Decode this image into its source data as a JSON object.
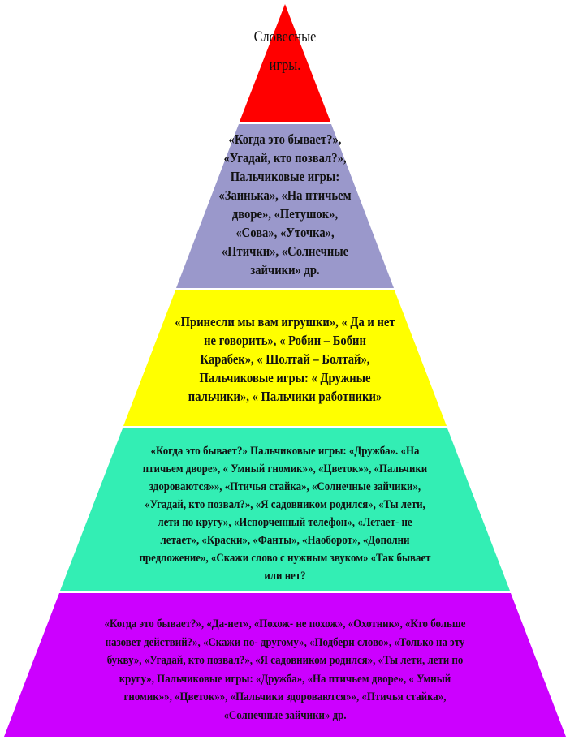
{
  "colors": {
    "tier0": "#ff0000",
    "tier1": "#9a98cb",
    "tier2": "#ffff00",
    "tier3": "#33eeb4",
    "tier4": "#cc00ff"
  },
  "tiers": [
    {
      "lines": [
        "Словесные",
        "игры."
      ]
    },
    {
      "lines": [
        "«Когда это бывает?»,",
        "«Угадай, кто позвал?»,",
        "Пальчиковые игры:",
        "«Заинька», «На птичьем",
        "дворе», «Петушок»,",
        "«Сова», «Уточка»,",
        "«Птички», «Солнечные",
        "зайчики» др."
      ]
    },
    {
      "lines": [
        "«Принесли мы вам игрушки», « Да и нет",
        "не говорить», « Робин – Бобин",
        "Карабек», « Шолтай – Болтай»,",
        "Пальчиковые игры: « Дружные",
        "пальчики», « Пальчики  работники»"
      ]
    },
    {
      "lines": [
        "«Когда это бывает?» Пальчиковые игры: «Дружба». «На",
        "птичьем дворе», « Умный гномик»», «Цветок»», «Пальчики",
        "здороваются»», «Птичья стайка», «Солнечные зайчики»,",
        "«Угадай, кто позвал?», «Я садовником родился», «Ты лети,",
        "лети по кругу», «Испорченный телефон», «Летает- не",
        "летает», «Краски», «Фанты»,   «Наоборот», «Дополни",
        "предложение», «Скажи слово с нужным звуком» «Так бывает",
        "или нет?"
      ]
    },
    {
      "lines": [
        "«Когда это бывает?», «Да-нет», «Похож- не похож», «Охотник», «Кто больше",
        "назовет действий?», «Скажи по- другому», «Подбери слово», «Только на эту",
        "букву», «Угадай, кто позвал?», «Я садовником родился», «Ты лети, лети по",
        "кругу», Пальчиковые игры: «Дружба», «На птичьем дворе», « Умный",
        "гномик»», «Цветок»», «Пальчики здороваются»», «Птичья стайка»,",
        "«Солнечные зайчики» др."
      ]
    }
  ]
}
